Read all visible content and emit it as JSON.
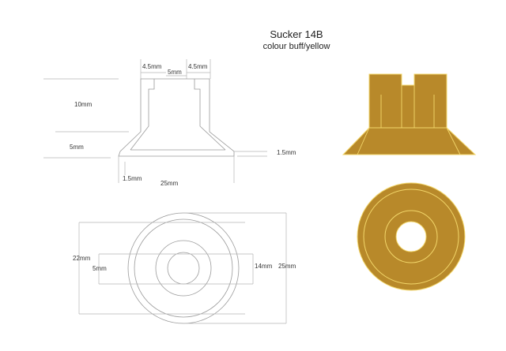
{
  "title": "Sucker 14B",
  "subtitle": "colour buff/yellow",
  "colors": {
    "fill": "#b8892a",
    "edge": "#f2d66a",
    "line": "#9a9a9a"
  },
  "side_view_dims": {
    "left_wall": "4.5mm",
    "right_wall": "4.5mm",
    "bore": "5mm",
    "body_height": "10mm",
    "skirt_height": "5mm",
    "lip": "1.5mm",
    "lip_left": "1.5mm",
    "overall_width": "25mm"
  },
  "plan_view_dims": {
    "overall_height": "22mm",
    "hole": "5mm",
    "inner_ring": "14mm",
    "outer_diameter": "25mm"
  }
}
